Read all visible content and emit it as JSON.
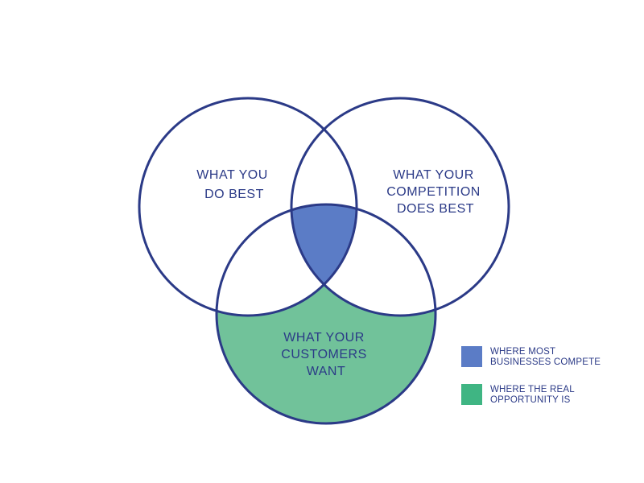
{
  "diagram": {
    "circles": {
      "you": {
        "lines": [
          "WHAT YOU",
          "DO BEST"
        ]
      },
      "competition": {
        "lines": [
          "WHAT YOUR",
          "COMPETITION",
          "DOES BEST"
        ]
      },
      "customers": {
        "lines": [
          "WHAT YOUR",
          "CUSTOMERS",
          "WANT"
        ]
      }
    },
    "colors": {
      "outline": "#2b3a87",
      "compete_fill": "#5b7cc6",
      "opportunity_fill": "#71c29a"
    }
  },
  "legend": {
    "items": [
      {
        "lines": [
          "WHERE MOST",
          "BUSINESSES COMPETE"
        ],
        "color": "#5b7cc6"
      },
      {
        "lines": [
          "WHERE THE REAL",
          "OPPORTUNITY IS"
        ],
        "color": "#3fb583"
      }
    ]
  }
}
